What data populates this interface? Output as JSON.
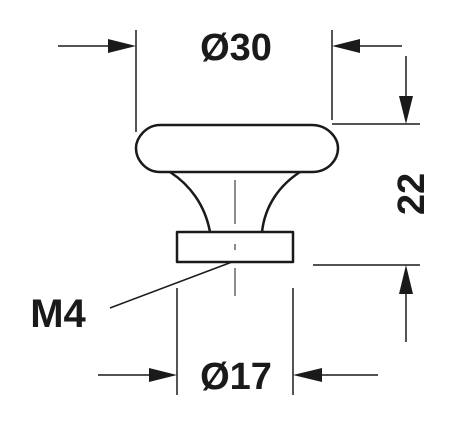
{
  "drawing": {
    "top_diameter": "Ø30",
    "height": "22",
    "thread": "M4",
    "base_diameter": "Ø17"
  },
  "colors": {
    "line": "#1a1a1a",
    "background": "#ffffff"
  }
}
